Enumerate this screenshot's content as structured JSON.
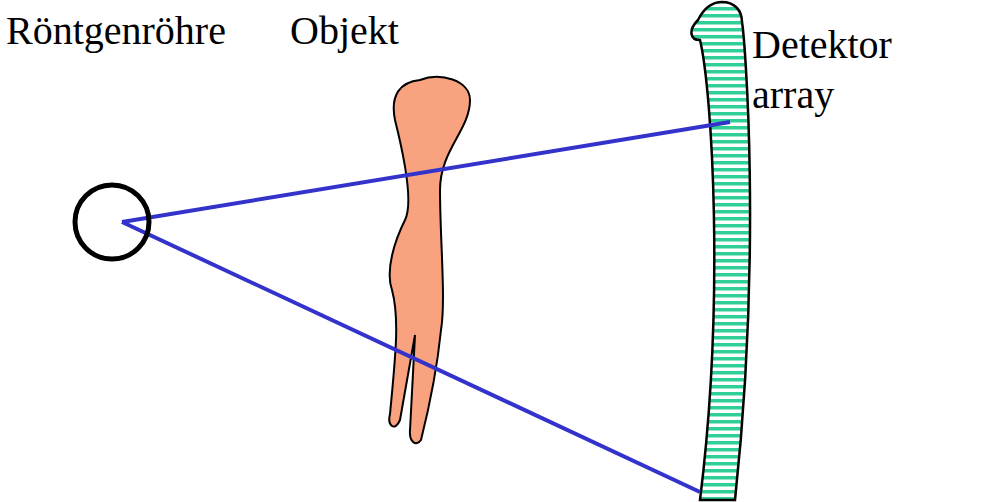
{
  "diagram": {
    "labels": [
      "Röntgenröhre",
      "Objekt",
      "Detektor array"
    ]
  }
}
